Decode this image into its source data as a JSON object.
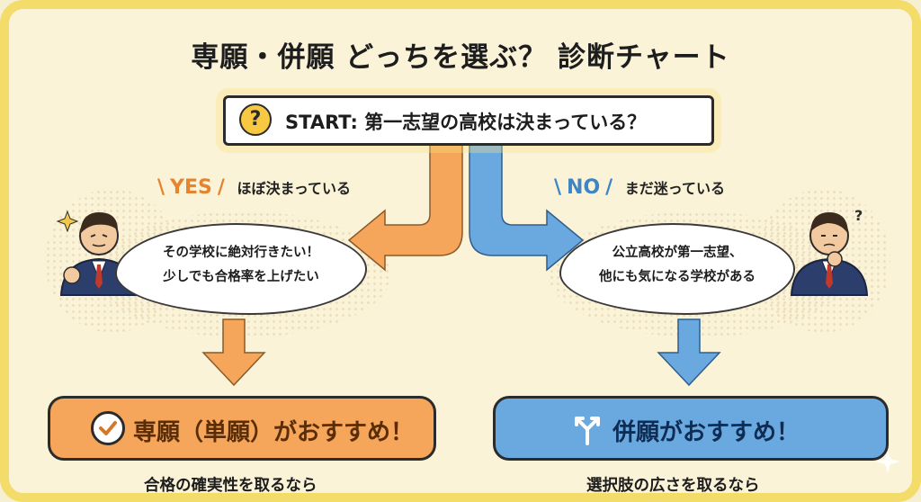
{
  "title": "専願・併願 どっちを選ぶ？ 診断チャート",
  "start": {
    "icon": "question-icon",
    "icon_glyph": "?",
    "text": "START: 第一志望の高校は決まっている？"
  },
  "yes_branch": {
    "slash_open": "\\",
    "tag": "YES",
    "slash_close": "/",
    "label": "ほぼ決まっている"
  },
  "no_branch": {
    "slash_open": "\\",
    "tag": "NO",
    "slash_close": "/",
    "label": "まだ迷っている"
  },
  "yes_thought": {
    "line1": "その学校に絶対行きたい！",
    "line2": "少しでも合格率を上げたい"
  },
  "no_thought": {
    "line1": "公立高校が第一志望、",
    "line2": "他にも気になる学校がある"
  },
  "result_left": {
    "icon": "check-icon",
    "label_main": "専願（単願）",
    "label_suffix": "がおすすめ！",
    "caption": "合格の確実性を取るなら"
  },
  "result_right": {
    "icon": "fork-icon",
    "label_main": "併願",
    "label_suffix": "がおすすめ！",
    "caption": "選択肢の広さを取るなら"
  },
  "colors": {
    "yes_accent": "#e5832f",
    "no_accent": "#3e85c6",
    "background": "#fbf3d8",
    "frame": "#f3dc6a"
  }
}
